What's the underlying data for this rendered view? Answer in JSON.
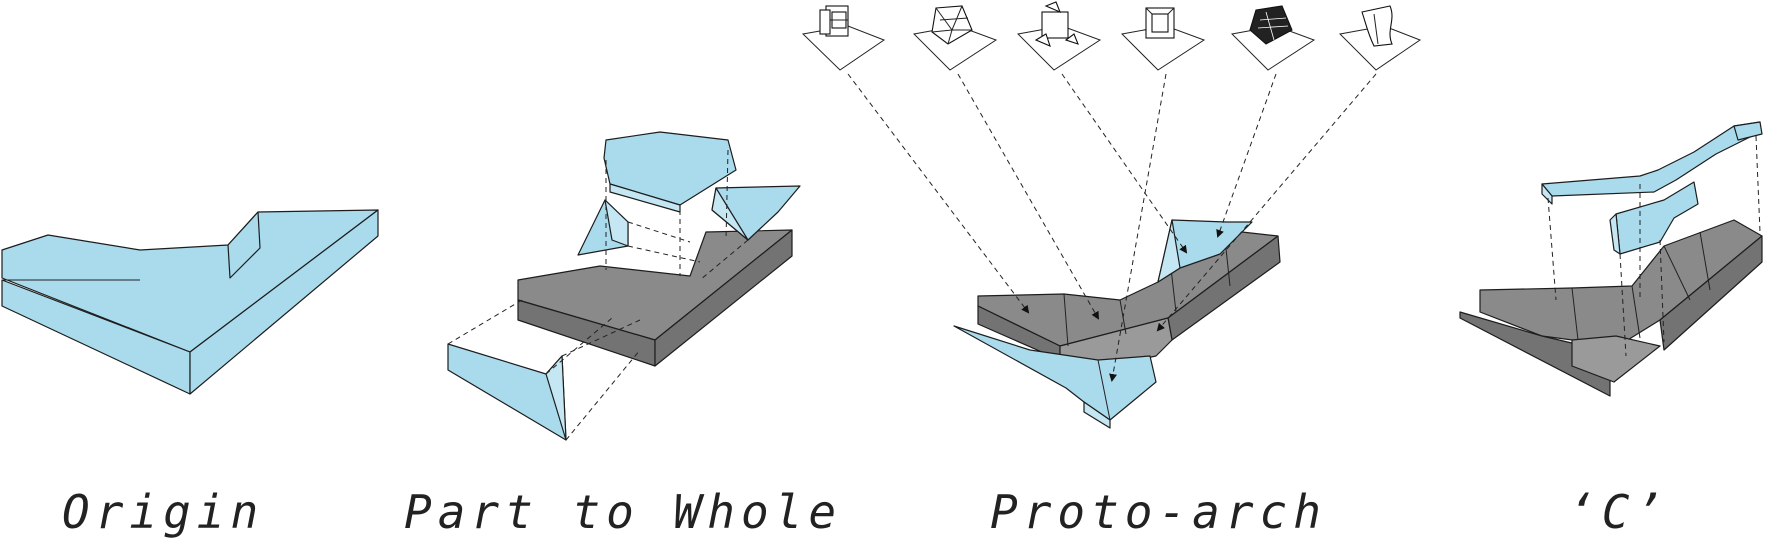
{
  "panels": [
    {
      "caption": "Origin"
    },
    {
      "caption": "Part to Whole"
    },
    {
      "caption": "Proto-arch"
    },
    {
      "caption": "‘C’"
    }
  ],
  "colors": {
    "solid_blue": "#a9dbec",
    "solid_gray": "#8a8a8a",
    "line": "#1d1d1d"
  },
  "proto_icons": [
    "layered-box-icon",
    "wireframe-cube-icon",
    "cube-with-blobs-icon",
    "framed-cube-icon",
    "dark-grid-cube-icon",
    "folded-sheet-icon"
  ]
}
